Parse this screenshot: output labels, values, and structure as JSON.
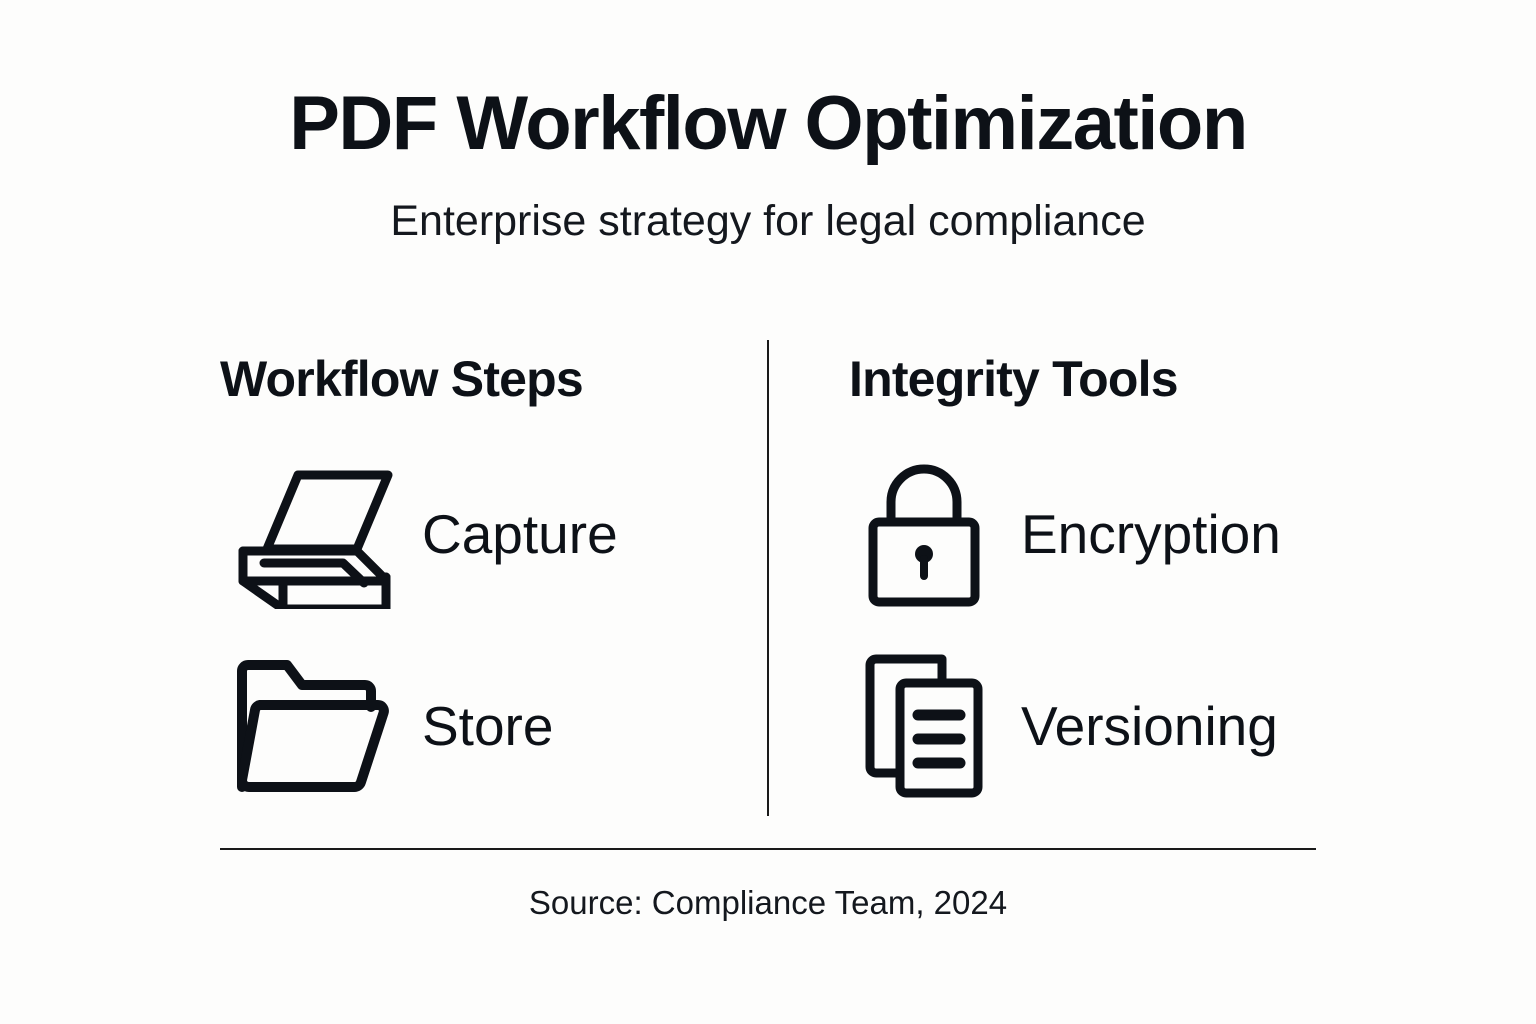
{
  "header": {
    "title": "PDF Workflow Optimization",
    "subtitle": "Enterprise strategy for legal compliance"
  },
  "columns": [
    {
      "heading": "Workflow Steps",
      "items": [
        {
          "label": "Capture",
          "icon": "scanner-icon"
        },
        {
          "label": "Store",
          "icon": "folder-open-icon"
        }
      ]
    },
    {
      "heading": "Integrity Tools",
      "items": [
        {
          "label": "Encryption",
          "icon": "lock-icon"
        },
        {
          "label": "Versioning",
          "icon": "documents-copy-icon"
        }
      ]
    }
  ],
  "footer": {
    "source": "Source: Compliance Team, 2024"
  },
  "colors": {
    "background": "#fdfdfc",
    "ink": "#0d1117",
    "rule": "#1a1a1a"
  }
}
